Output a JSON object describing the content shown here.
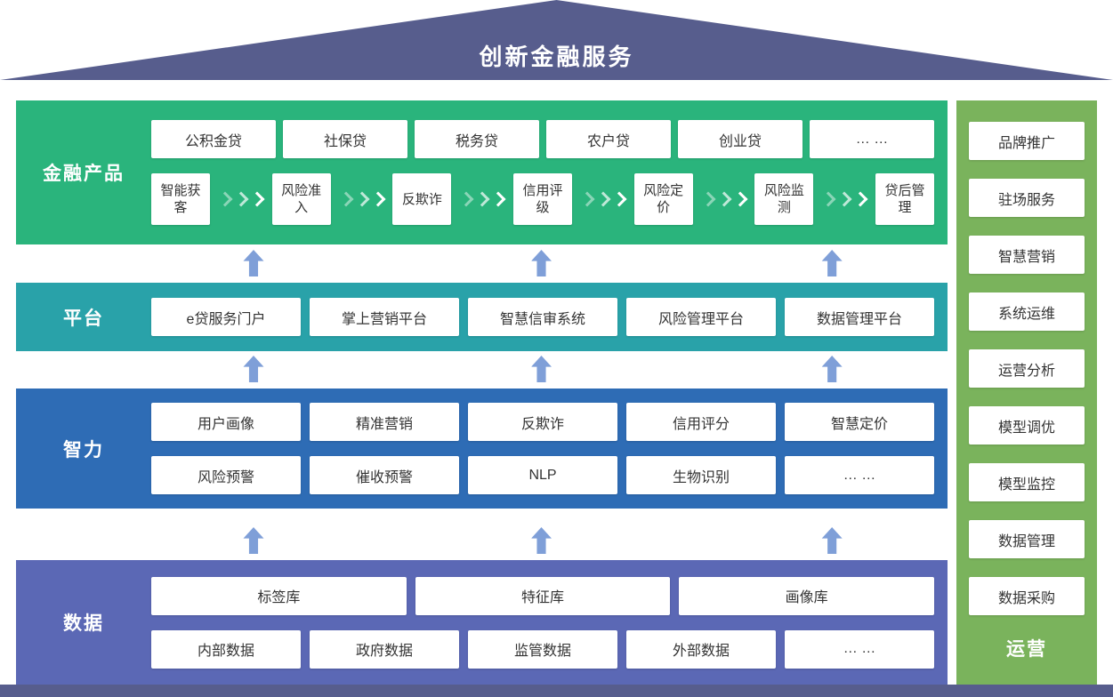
{
  "roof": {
    "title": "创新金融服务"
  },
  "products": {
    "label": "金融产品",
    "items": [
      "公积金贷",
      "社保贷",
      "税务贷",
      "农户贷",
      "创业贷",
      "… …"
    ],
    "process": [
      "智能获客",
      "风险准入",
      "反欺诈",
      "信用评级",
      "风险定价",
      "风险监测",
      "贷后管理"
    ]
  },
  "platform": {
    "label": "平台",
    "items": [
      "e贷服务门户",
      "掌上营销平台",
      "智慧信审系统",
      "风险管理平台",
      "数据管理平台"
    ]
  },
  "intelligence": {
    "label": "智力",
    "row1": [
      "用户画像",
      "精准营销",
      "反欺诈",
      "信用评分",
      "智慧定价"
    ],
    "row2": [
      "风险预警",
      "催收预警",
      "NLP",
      "生物识别",
      "… …"
    ]
  },
  "data_layer": {
    "label": "数据",
    "row1": [
      "标签库",
      "特征库",
      "画像库"
    ],
    "row2": [
      "内部数据",
      "政府数据",
      "监管数据",
      "外部数据",
      "… …"
    ]
  },
  "operations": {
    "label": "运营",
    "items": [
      "品牌推广",
      "驻场服务",
      "智慧营销",
      "系统运维",
      "运营分析",
      "模型调优",
      "模型监控",
      "数据管理",
      "数据采购"
    ]
  },
  "colors": {
    "roof": "#575d8d",
    "products": "#2ab47c",
    "platform": "#29a2a9",
    "intelligence": "#2e6cb5",
    "data": "#5b68b5",
    "operations": "#7ab35c",
    "arrow": "#7f9fd8"
  }
}
